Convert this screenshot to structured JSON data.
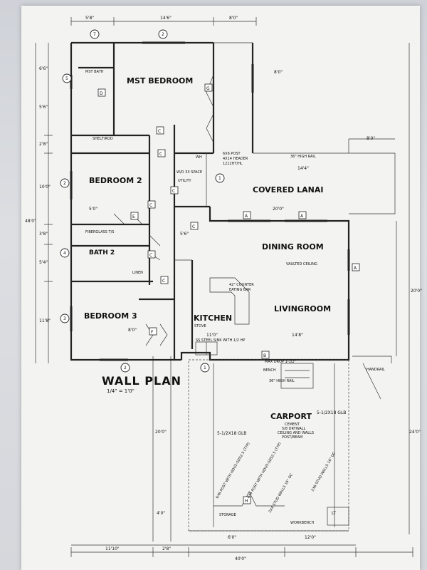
{
  "rooms": {
    "mst_bedroom": "MST BEDROOM",
    "mst_bath": "MST BATH",
    "bedroom2": "BEDROOM 2",
    "bath2": "BATH 2",
    "bedroom3": "BEDROOM 3",
    "kitchen": "KITCHEN",
    "livingroom": "LIVINGROOM",
    "dining": "DINING ROOM",
    "lanai": "COVERED LANAI",
    "carport": "CARPORT",
    "utility": "UTILITY",
    "storage": "STORAGE"
  },
  "title": "WALL PLAN",
  "scale": "1/4\" = 1'0\"",
  "notes": {
    "vaulted": "VAULTED CEILING",
    "post": "6X6 POST",
    "header": "4X14 HEADER",
    "header2": "1212HT/HL",
    "high_rail": "36\" HIGH RAIL",
    "high_rail2": "36\" HIGH RAIL",
    "carport_cement": "CEMENT",
    "carport_drywall": "5/8 DRYWALL",
    "carport_ceiling": "CEILING AND WALLS",
    "carport_post": "POST/BEAM",
    "glb_left": "5-1/2X18 GLB",
    "glb_right": "5-1/2X18 GLB",
    "counter": "42\" COUNTER",
    "eating_bar": "EATING BAR",
    "sink": "SS STEEL SINK WITH 1/2 HP",
    "shelf_rod": "SHELF/ROD",
    "linen": "LINEN",
    "fiberglass": "FIBERGLASS T/S",
    "stud_walls": "2X6 STUD WALLS 16\" OC",
    "stud_walls2": "2X4 STUD WALLS 16\" OC",
    "post_hdu": "4X4 POST WITH HDU5-SDS2.5 (TYP)",
    "post_hdu2": "6X6 POST WITH HDU2-SDS2.5 (TYP)",
    "workbench": "WORKBENCH",
    "bench": "BENCH",
    "max_drop": "MAX DROP 1-1/2\"",
    "handrail": "HANDRAIL",
    "stove": "STOVE",
    "wash_dryer": "W/D 3X SPACE",
    "wh": "WH"
  },
  "dims": {
    "top1": "5'8\"",
    "top2": "14'6\"",
    "top3": "8'0\"",
    "left1": "6'6\"",
    "left2": "5'6\"",
    "left3": "2'8\"",
    "left4": "10'0\"",
    "left5": "3'8\"",
    "left6": "5'4\"",
    "left7": "11'8\"",
    "left_total": "48'0\"",
    "right_lanai": "8'0\"",
    "lanai_w": "14'4\"",
    "lanai_dim": "20'0\"",
    "right_top": "8'0\"",
    "right_mid": "20'0\"",
    "right_bottom": "24'0\"",
    "carport_h": "20'0\"",
    "carport_4": "4'0\"",
    "bottom1": "11'10\"",
    "bottom2": "2'8\"",
    "bottom3": "6'0\"",
    "bottom4": "12'0\"",
    "bottom_total": "40'0\"",
    "kitchen_w": "11'0\"",
    "living_w": "14'8\"",
    "bed2_5": "5'0\"",
    "closet_8": "8'0\"",
    "hall_5": "5'6\""
  },
  "markers": {
    "n1": "1",
    "n2": "2",
    "n3": "3",
    "n4": "4",
    "n5": "5",
    "n7": "7",
    "A": "A",
    "B": "B",
    "C": "C",
    "D": "D",
    "E": "E",
    "F": "F",
    "G": "G",
    "H": "H",
    "LT": "LT"
  }
}
